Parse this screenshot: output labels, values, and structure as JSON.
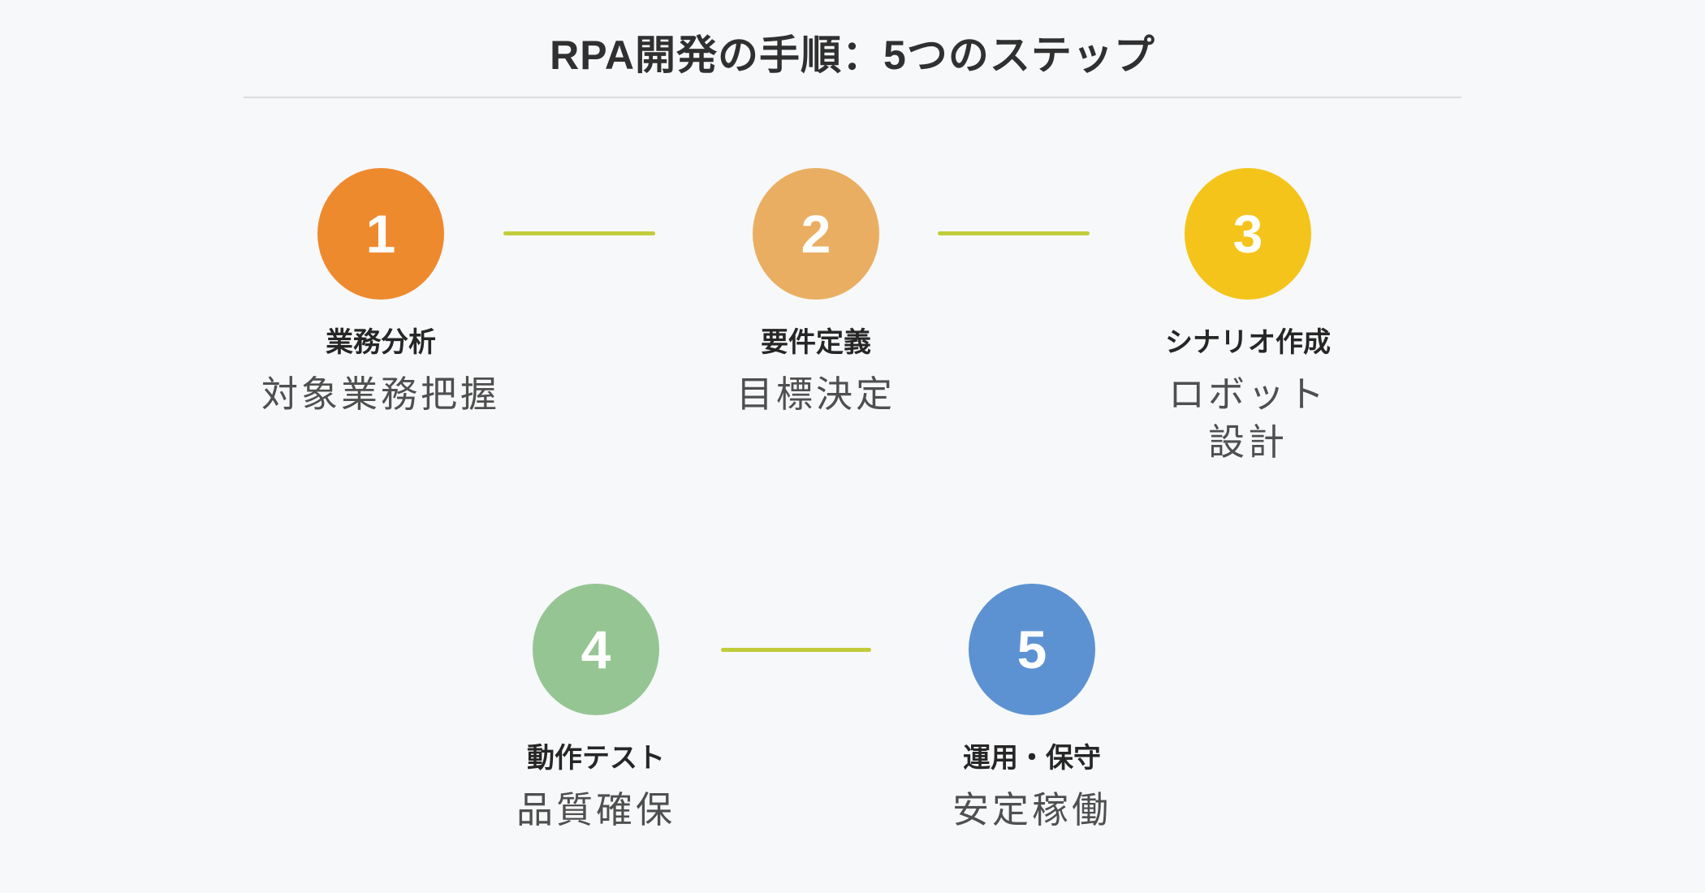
{
  "title": "RPA開発の手順：5つのステップ",
  "colors": {
    "background": "#F7F8FA",
    "title_text": "#303030",
    "divider": "#DCDCDC",
    "label_text": "#262626",
    "description_text": "#4F4F4F",
    "connector": "#C2CC3B",
    "number_text": "#FFFFFF"
  },
  "steps": [
    {
      "number": "1",
      "label": "業務分析",
      "description": "対象業務把握",
      "color": "#EE8A2E"
    },
    {
      "number": "2",
      "label": "要件定義",
      "description": "目標決定",
      "color": "#EAAE62"
    },
    {
      "number": "3",
      "label": "シナリオ作成",
      "description": "ロボット\n設計",
      "color": "#F5C41A"
    },
    {
      "number": "4",
      "label": "動作テスト",
      "description": "品質確保",
      "color": "#96C594"
    },
    {
      "number": "5",
      "label": "運用・保守",
      "description": "安定稼働",
      "color": "#5C92D2"
    }
  ],
  "connectors": [
    {
      "from": "1",
      "to": "2"
    },
    {
      "from": "2",
      "to": "3"
    },
    {
      "from": "4",
      "to": "5"
    }
  ]
}
